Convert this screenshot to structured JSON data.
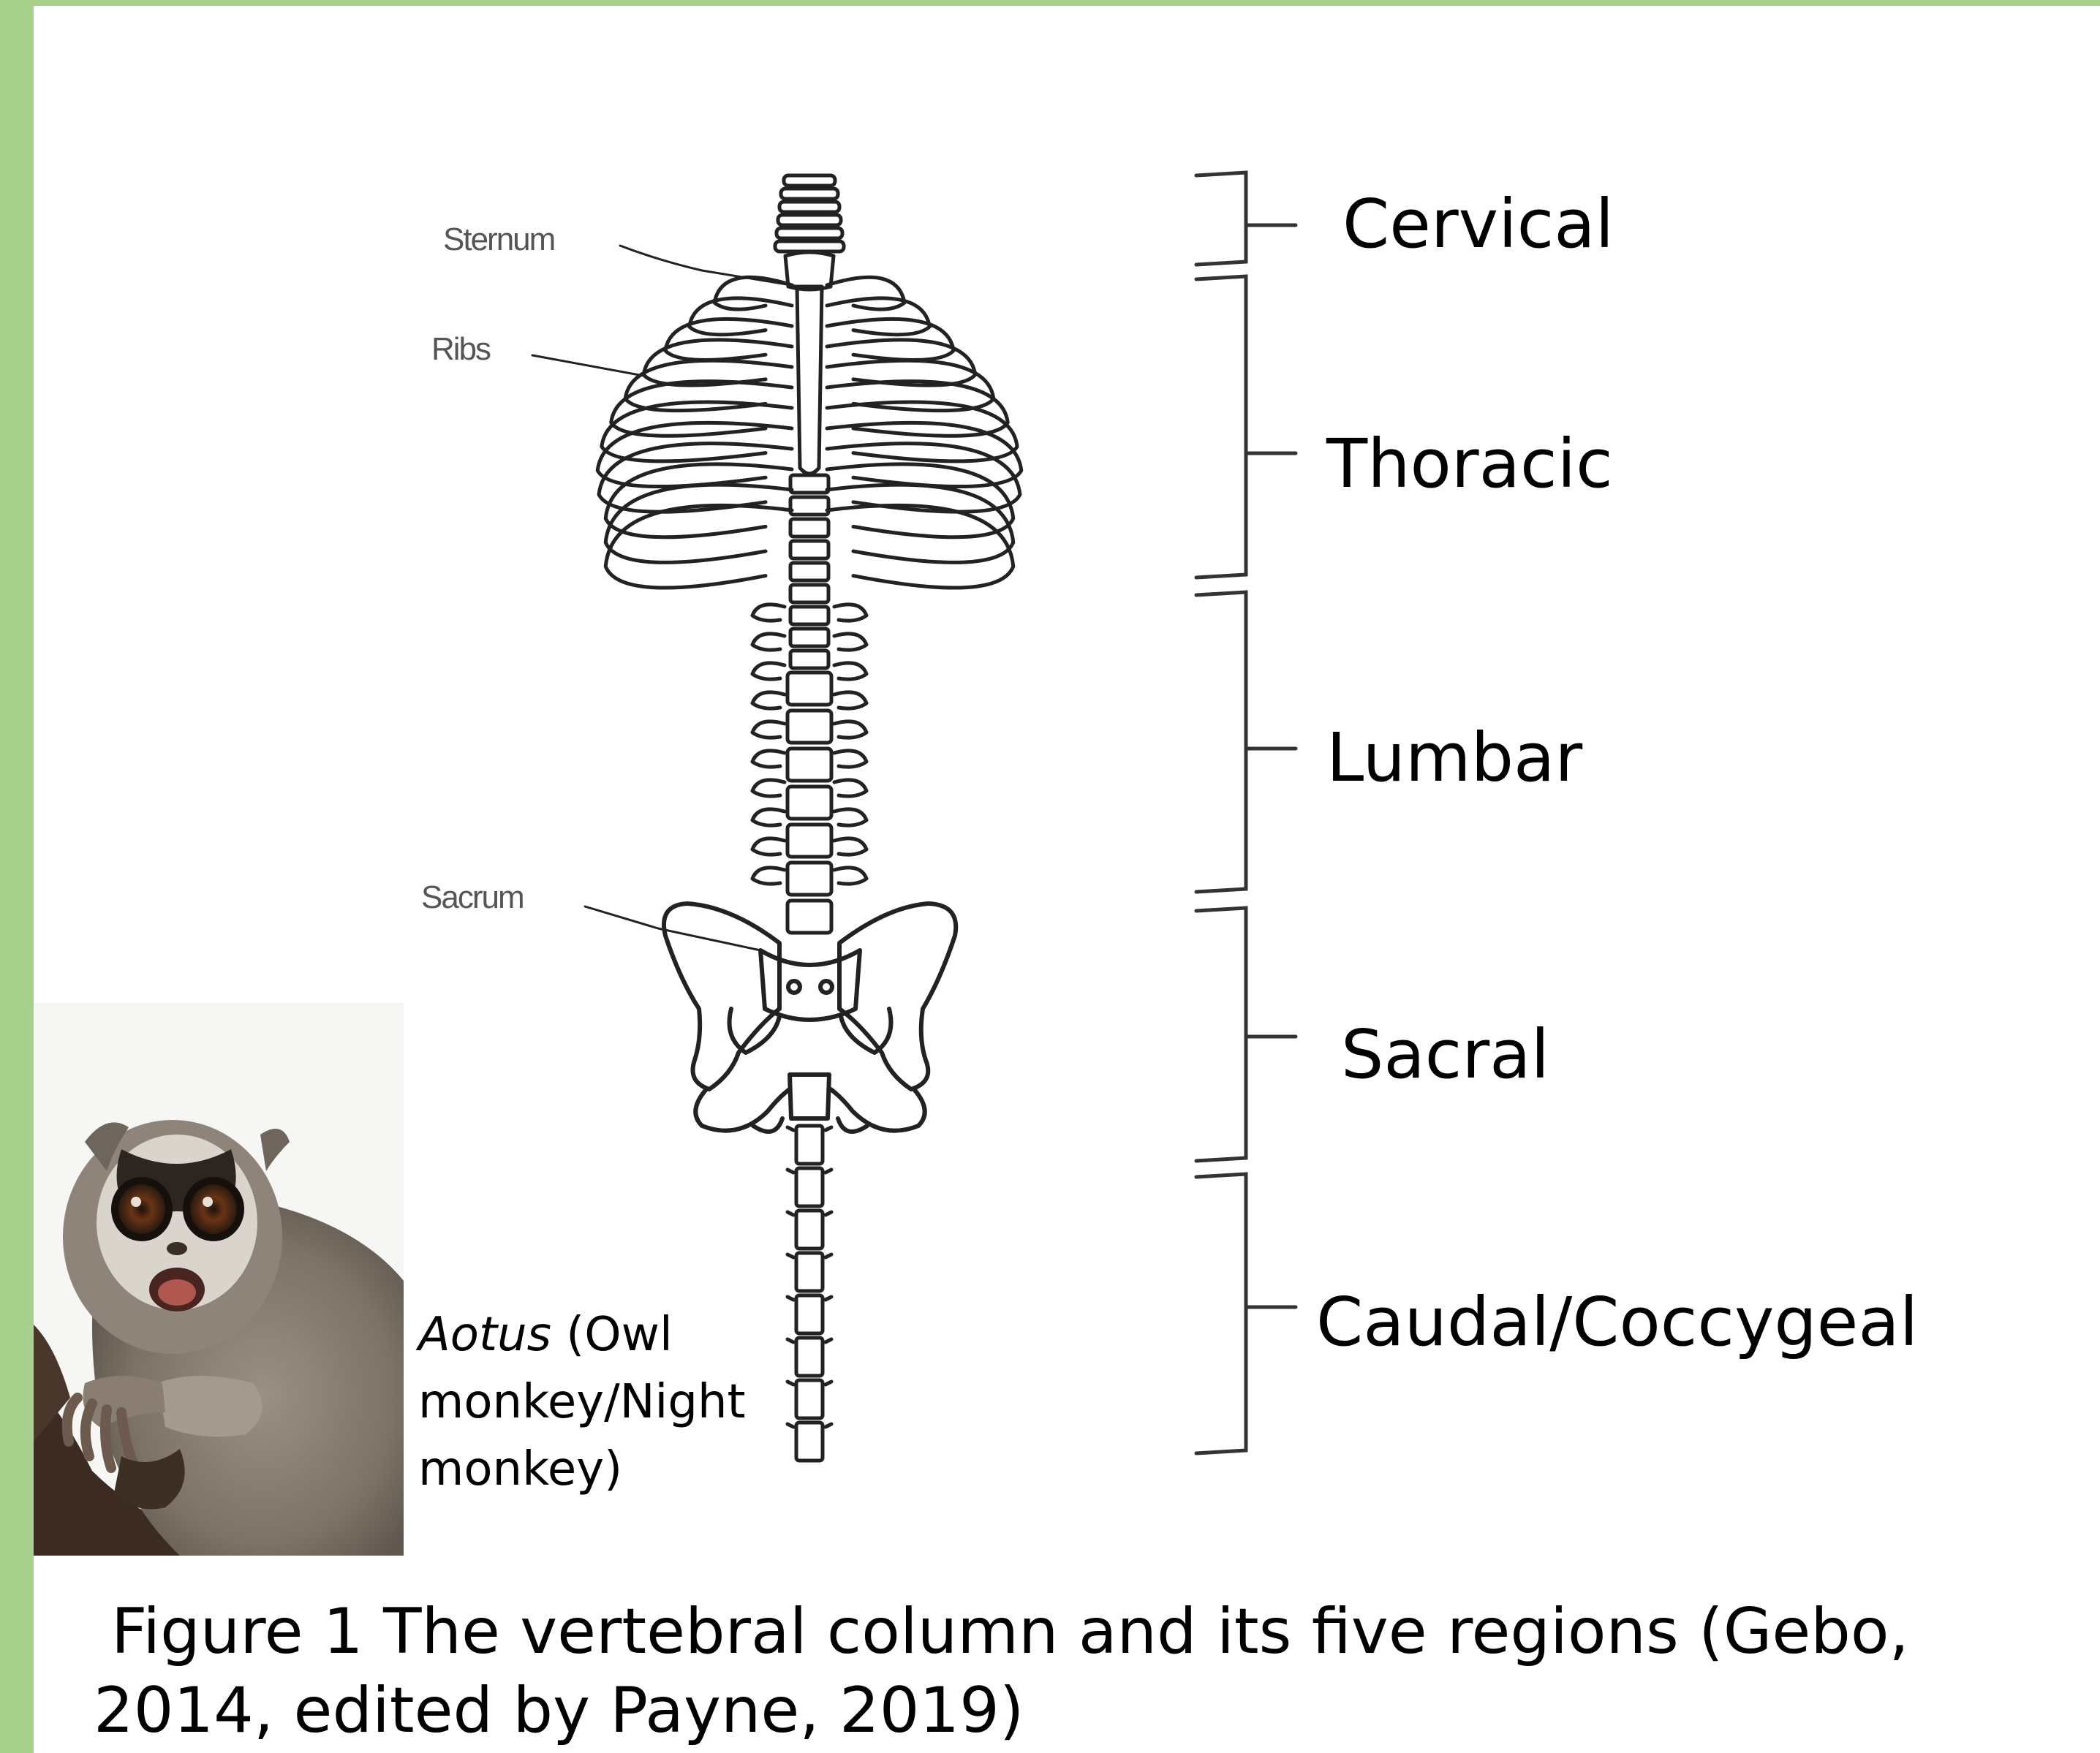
{
  "colors": {
    "frame": "#a8d08d",
    "line": "#222222"
  },
  "skeleton_labels": {
    "sternum": "Sternum",
    "ribs": "Ribs",
    "sacrum": "Sacrum"
  },
  "regions": [
    {
      "id": "cervical",
      "label": "Cervical"
    },
    {
      "id": "thoracic",
      "label": "Thoracic"
    },
    {
      "id": "lumbar",
      "label": "Lumbar"
    },
    {
      "id": "sacral",
      "label": "Sacral"
    },
    {
      "id": "caudal",
      "label": "Caudal/Coccygeal"
    }
  ],
  "monkey": {
    "genus": "Aotus",
    "common_name": " (Owl monkey/Night monkey)"
  },
  "figure_caption": "Figure 1 The vertebral column and its five regions (Gebo, 2014, edited by Payne, 2019)"
}
